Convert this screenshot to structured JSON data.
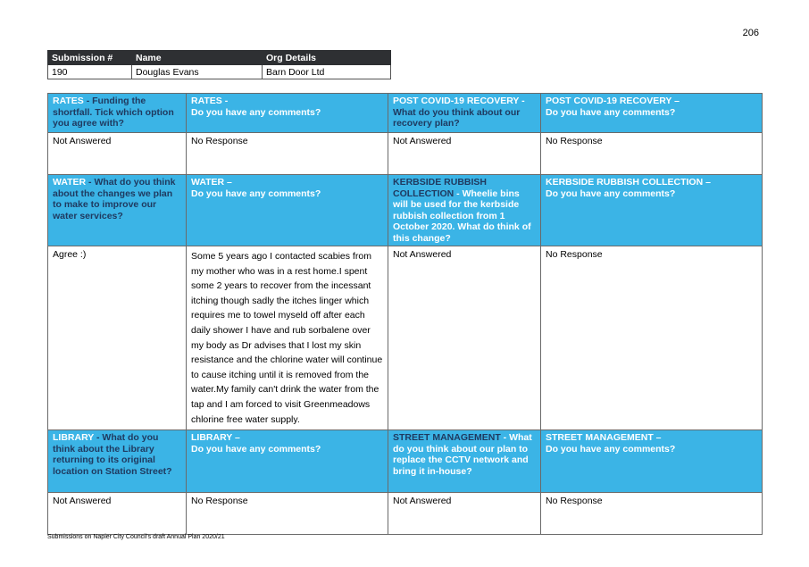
{
  "page_number": "206",
  "submission": {
    "headers": [
      "Submission #",
      "Name",
      "Org Details"
    ],
    "values": [
      "190",
      "Douglas Evans",
      "Barn Door Ltd"
    ]
  },
  "sections": [
    {
      "cells": [
        {
          "title": "RATES",
          "question": " - Funding the shortfall. Tick which option you agree with?",
          "answer": "Not Answered"
        },
        {
          "title": "RATES -",
          "question": "Do you have any comments?",
          "answer": "No Response"
        },
        {
          "title": "POST COVID-19 RECOVERY -",
          "question": "What do you think about our recovery plan?",
          "answer": "Not Answered"
        },
        {
          "title": "POST COVID-19 RECOVERY –",
          "question": "Do you have any comments?",
          "answer": "No Response"
        }
      ]
    },
    {
      "cells": [
        {
          "title": "WATER",
          "question": " - What do you think about the changes we plan to make to improve our water services?",
          "answer": "Agree :)"
        },
        {
          "title": "WATER –",
          "question": "Do you have any comments?",
          "answer": "Some 5 years ago I contacted scabies from my mother who was in a rest home.I spent some 2 years to recover from the incessant itching though sadly the itches linger which requires me to towel myseld off after each daily shower I have and rub sorbalene over my body as Dr advises that I lost my skin resistance and the chlorine water will continue to cause itching until it is removed from the water.My family can't drink the water from the tap and I am forced to visit Greenmeadows chlorine free water supply."
        },
        {
          "title": "KERBSIDE RUBBISH COLLECTION",
          "question": " - Wheelie bins will be used for the kerbside rubbish collection from 1 October 2020. What do think of this change?",
          "answer": "Not Answered"
        },
        {
          "title": "KERBSIDE RUBBISH COLLECTION –",
          "question": "Do you have any comments?",
          "answer": "No Response"
        }
      ]
    },
    {
      "cells": [
        {
          "title": "LIBRARY",
          "question": " - What do you think about the Library returning to its original location on Station Street?",
          "answer": "Not Answered"
        },
        {
          "title": "LIBRARY –",
          "question": "Do you have any comments?",
          "answer": "No Response"
        },
        {
          "title": "STREET MANAGEMENT",
          "question": " - What do you think about our plan to replace the CCTV network and bring it in-house?",
          "answer": "Not Answered"
        },
        {
          "title": "STREET MANAGEMENT –",
          "question": "Do you have any comments?",
          "answer": "No Response"
        }
      ]
    }
  ],
  "footer": "Submissions on Napier City Council's draft Annual Plan 2020/21",
  "colors": {
    "header_bg": "#3bb4e6",
    "header_text": "#ffffff",
    "question_dark": "#1f3a60"
  }
}
